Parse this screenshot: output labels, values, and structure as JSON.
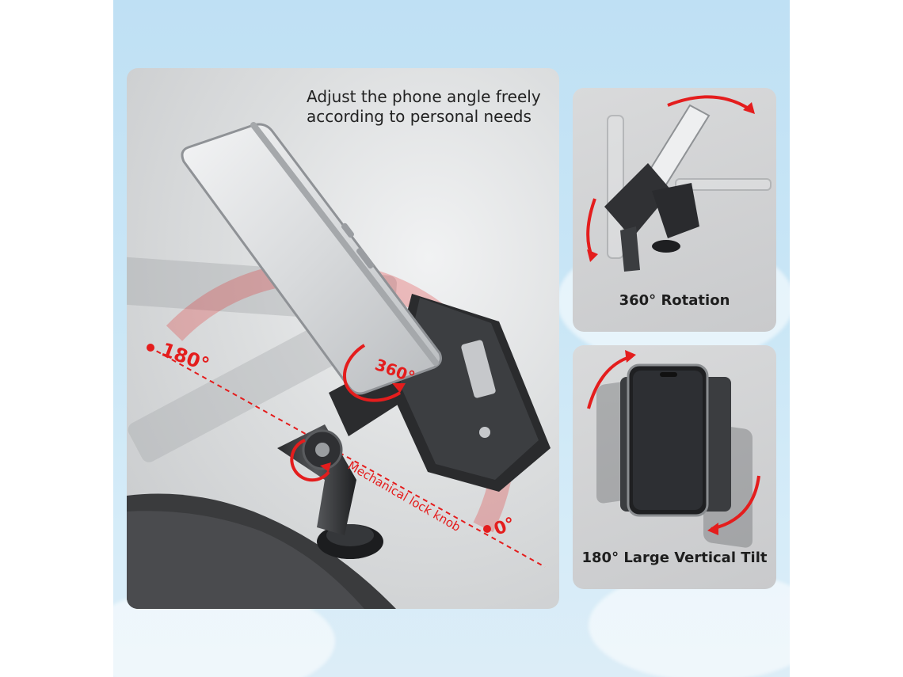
{
  "main_caption": "Adjust the phone angle freely\naccording to personal needs",
  "labels": {
    "angle_180": "180°",
    "angle_360": "360°",
    "angle_0": "0°",
    "lock_knob": "Mechanical lock knob"
  },
  "side_top_caption": "360° Rotation",
  "side_bottom_caption": "180° Large Vertical Tilt",
  "colors": {
    "accent_red": "#e41d1d",
    "sky": "#c9e6f6",
    "panel": "#d2d4d5"
  }
}
